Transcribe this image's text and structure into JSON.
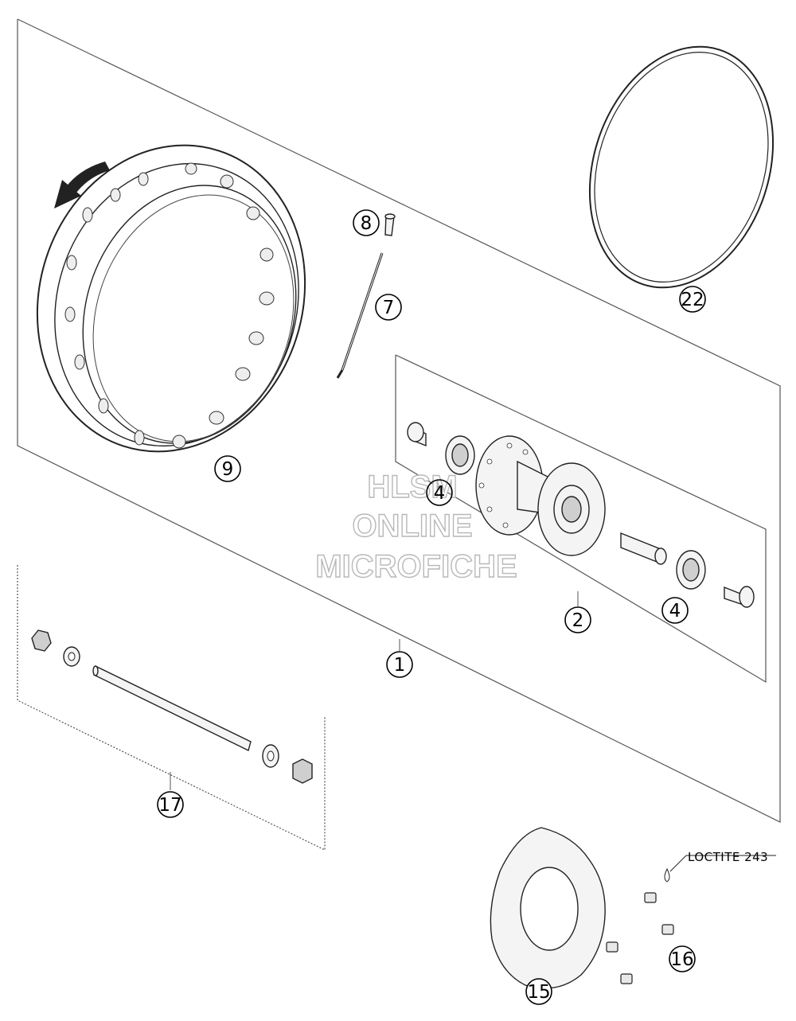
{
  "callouts": {
    "c1": "1",
    "c2": "2",
    "c4a": "4",
    "c4b": "4",
    "c7": "7",
    "c8": "8",
    "c9": "9",
    "c15": "15",
    "c16": "16",
    "c17": "17",
    "c22": "22"
  },
  "note": {
    "loctite": "LOCTITE 243"
  },
  "watermark": {
    "line1": "HLSM",
    "line2": "ONLINE",
    "line3": "MICROFICHE"
  },
  "colors": {
    "line": "#555555",
    "watermark_outline": "#b8b8b8"
  }
}
